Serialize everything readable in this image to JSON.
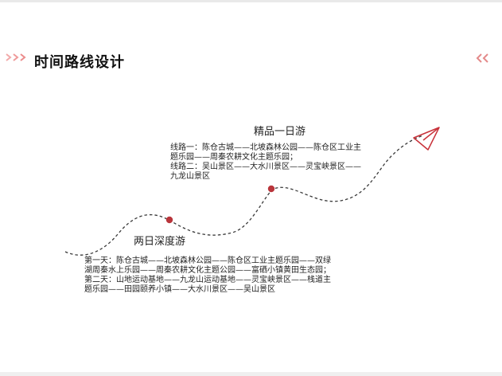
{
  "page": {
    "title": "时间路线设计",
    "accent_color": "#c8323a"
  },
  "one_day": {
    "heading": "精品一日游",
    "lines": [
      "线路一：陈仓古城——北坡森林公园——陈仓区工业主",
      "题乐园——周秦农耕文化主题乐园；",
      "线路二：吴山景区——大水川景区——灵宝峡景区——",
      "九龙山景区"
    ]
  },
  "two_day": {
    "heading": "两日深度游",
    "lines": [
      "第一天：陈仓古城——北坡森林公园——陈仓区工业主题乐园——双绿",
      "湖周秦水上乐园——周秦农耕文化主题公园——富硒小镇黄田生态园；",
      "第二天：山地运动基地——九龙山运动基地——灵宝峡景区——栈道主",
      "题乐园——田园颐养小镇——大水川景区——吴山景区"
    ]
  },
  "icons": {
    "left_decoration": "chevron-right-triple-icon",
    "right_decoration": "chevron-left-double-icon",
    "route_end": "paper-plane-icon"
  }
}
